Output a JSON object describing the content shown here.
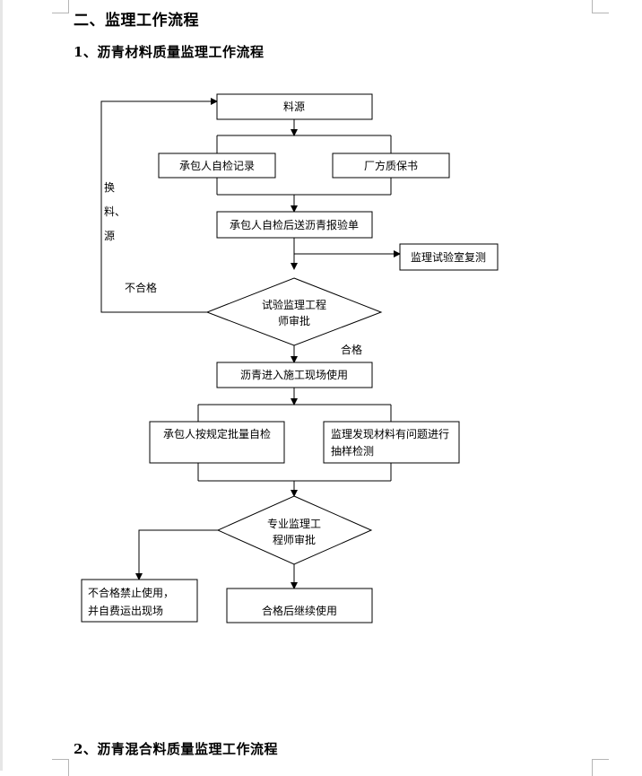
{
  "headings": {
    "main": "二、监理工作流程",
    "section1": "1、沥青材料质量监理工作流程",
    "section2": "2、沥青混合料质量监理工作流程"
  },
  "flowchart": {
    "source": "料源",
    "self_check_record": "承包人自检记录",
    "factory_cert": "厂方质保书",
    "submit_report": "承包人自检后送沥青报验单",
    "lab_recheck": "监理试验室复测",
    "review1_line1": "试验监理工程",
    "review1_line2": "师审批",
    "enter_site": "沥青进入施工现场使用",
    "batch_check": "承包人按规定批量自检",
    "sampling_line1": "监理发现材料有问题进行",
    "sampling_line2": "抽样检测",
    "review2_line1": "专业监理工",
    "review2_line2": "程师审批",
    "reject_line1": "不合格禁止使用，",
    "reject_line2": "并自费运出现场",
    "continue_use": "合格后继续使用",
    "label_fail": "不合格",
    "label_pass": "合格",
    "label_change_1": "换",
    "label_change_2": "料、",
    "label_change_3": "源"
  }
}
